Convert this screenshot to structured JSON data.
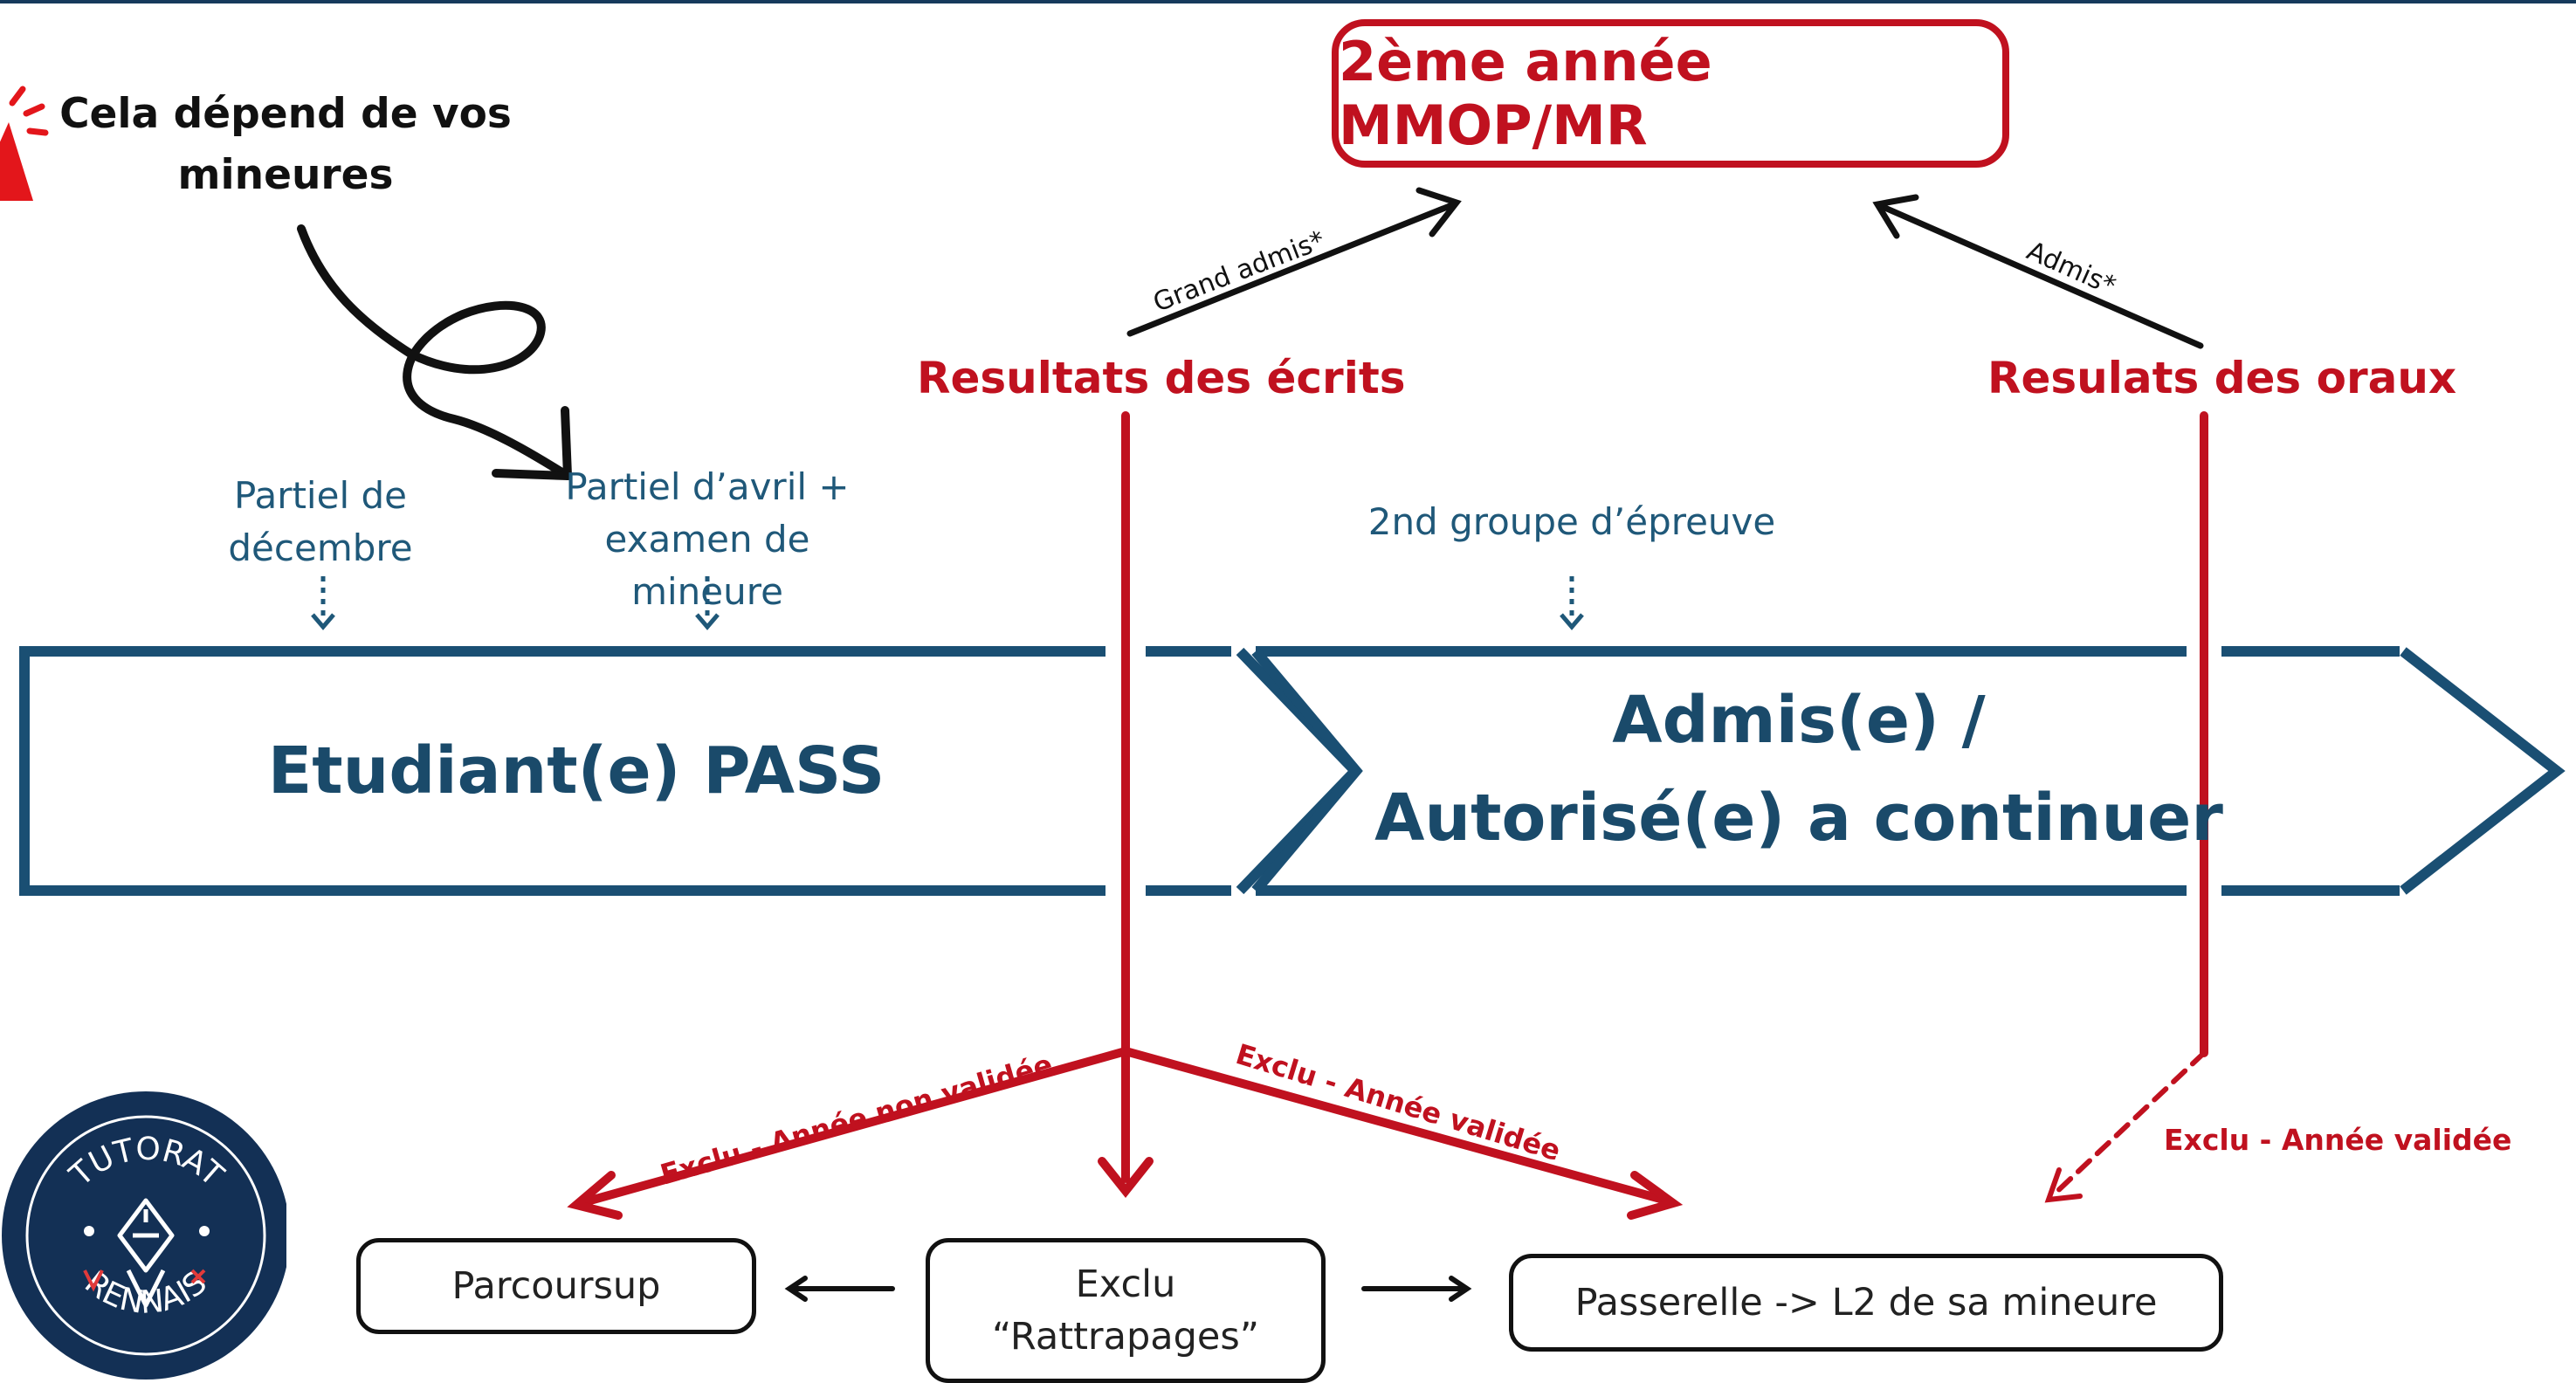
{
  "note": {
    "text": "Cela dépend de vos mineures"
  },
  "top_box": {
    "label": "2ème année MMOP/MR"
  },
  "results": {
    "ecrits": "Resultats des écrits",
    "oraux": "Resulats des oraux"
  },
  "exams": {
    "partiel_decembre": "Partiel de décembre",
    "partiel_avril": "Partiel d’avril + examen de mineure",
    "second_groupe": "2nd groupe d’épreuve"
  },
  "stages": {
    "pass": "Etudiant(e) PASS",
    "admis_line1": "Admis(e) /",
    "admis_line2": "Autorisé(e) a continuer"
  },
  "arrows": {
    "grand_admis": "Grand admis*",
    "admis": "Admis*",
    "exclu_non_validee": "Exclu - Année non validée",
    "exclu_validee": "Exclu - Année validée",
    "exclu_validee_oraux": "Exclu - Année validée"
  },
  "outcomes": {
    "parcoursup": "Parcoursup",
    "exclu_line1": "Exclu",
    "exclu_line2": "“Rattrapages”",
    "passerelle": "Passerelle -> L2 de sa mineure"
  },
  "logo": {
    "top_text": "TUTORAT",
    "bottom_text": "RENNAIS"
  },
  "colors": {
    "red": "#c0111f",
    "blue": "#1f5879",
    "navy": "#133055"
  },
  "icons": [
    "alert-icon",
    "curly-arrow-icon",
    "dotted-down-arrow-icon"
  ]
}
